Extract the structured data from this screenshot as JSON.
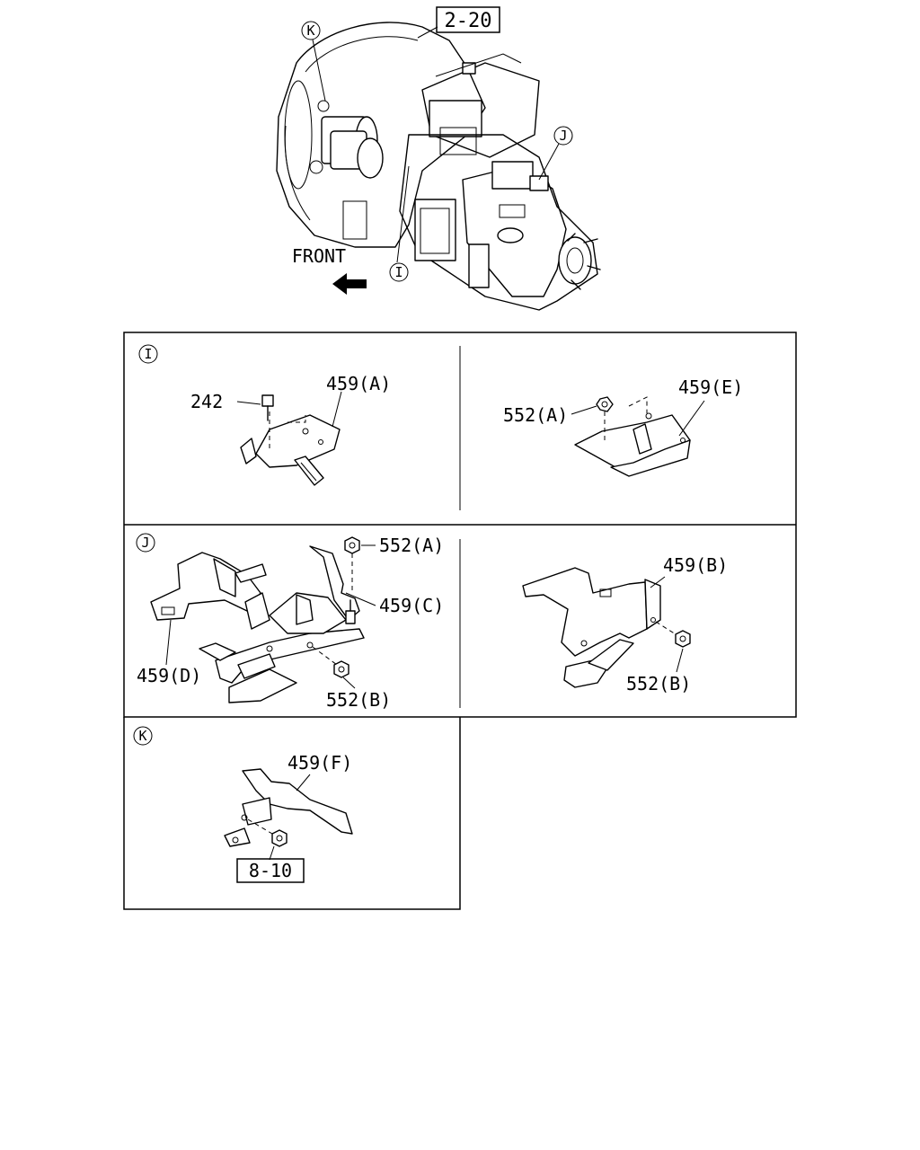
{
  "overview": {
    "ref_box": "2-20",
    "front_label": "FRONT",
    "callouts": [
      "K",
      "J",
      "I"
    ]
  },
  "panels": {
    "I": {
      "marker": "I",
      "left": {
        "part_bolt": "242",
        "part_bracket": "459(A)"
      },
      "right": {
        "part_nut": "552(A)",
        "part_bracket": "459(E)"
      }
    },
    "J": {
      "marker": "J",
      "left": {
        "part_nut_top": "552(A)",
        "part_bracket_c": "459(C)",
        "part_bracket_d": "459(D)",
        "part_nut_bottom": "552(B)"
      },
      "right": {
        "part_bracket": "459(B)",
        "part_nut": "552(B)"
      }
    },
    "K": {
      "marker": "K",
      "part_bracket": "459(F)",
      "ref_box": "8-10"
    }
  }
}
